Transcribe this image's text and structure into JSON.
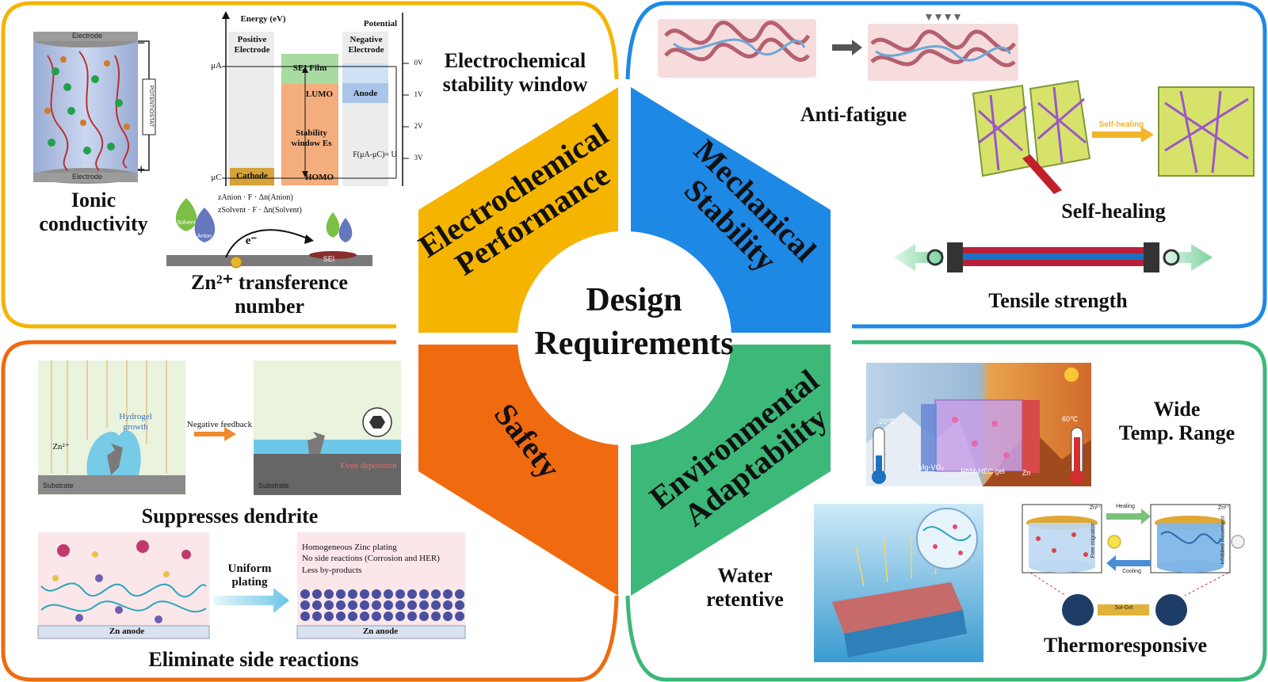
{
  "center": {
    "line1": "Design",
    "line2": "Requirements"
  },
  "sectors": {
    "electrochemical": {
      "line1": "Electrochemical",
      "line2": "Performance",
      "color": "#f5b400"
    },
    "mechanical": {
      "line1": "Mechanical",
      "line2": "Stability",
      "color": "#1e88e5"
    },
    "safety": {
      "line1": "Safety",
      "color": "#f06a0f"
    },
    "environmental": {
      "line1": "Environmental",
      "line2": "Adaptability",
      "color": "#3cb878"
    }
  },
  "panel_colors": {
    "top_left": "#f5b400",
    "top_right": "#1e88e5",
    "bottom_left": "#f06a0f",
    "bottom_right": "#3cb878"
  },
  "top_left": {
    "ionic": {
      "line1": "Ionic",
      "line2": "conductivity"
    },
    "electrode_top": "Electrode",
    "electrode_bottom": "Electrode",
    "potentiostat": "POTENTIOSTAT",
    "minus": "−",
    "plus": "+",
    "esw": {
      "line1": "Electrochemical",
      "line2": "stability window"
    },
    "energy_axis": "Energy (eV)",
    "potential_axis": "Potential",
    "positive_electrode": {
      "line1": "Positive",
      "line2": "Electrode"
    },
    "negative_electrode": {
      "line1": "Negative",
      "line2": "Electrode"
    },
    "mu_a": "μA",
    "mu_c": "μC",
    "sei_film": "SEI Film",
    "lumo": "LUMO",
    "stability_window": {
      "line1": "Stability",
      "line2": "window Es"
    },
    "homo": "HOMO",
    "cathode": "Cathode",
    "anode": "Anode",
    "formula": "F(μA-μC)= U",
    "volts": [
      "0V",
      "1V",
      "2V",
      "3V"
    ],
    "eq1": "zAnion · F · Δn(Anion)",
    "eq2": "zSolvent · F · Δn(Solvent)",
    "solvent": "Solvent",
    "anion": "Anion",
    "electron": "e⁻",
    "sei": "SEI",
    "zn_transference": {
      "line1": "Zn²⁺ transference",
      "line2": "number"
    }
  },
  "top_right": {
    "anti_fatigue": "Anti-fatigue",
    "self_healing": "Self-healing",
    "self_healing_arrow": "Self-healing",
    "tensile_strength": "Tensile strength"
  },
  "bottom_left": {
    "hydrogel_growth": {
      "line1": "Hydrogel",
      "line2": "growth"
    },
    "zn2": "Zn²⁺",
    "substrate1": "Substrate",
    "substrate2": "Substrate",
    "negative_feedback": "Negative  feedback",
    "even_deposition": "Even deposition",
    "suppresses_dendrite": "Suppresses dendrite",
    "uniform_plating": {
      "line1": "Uniform",
      "line2": "plating"
    },
    "plating_notes": [
      "Homogeneous Zinc plating",
      "No side reactions (Corrosion and HER)",
      "Less by-products"
    ],
    "zn_anode1": "Zn anode",
    "zn_anode2": "Zn anode",
    "eliminate_side_reactions": "Eliminate side reactions"
  },
  "bottom_right": {
    "wide_temp": {
      "line1": "Wide",
      "line2": "Temp. Range"
    },
    "minus20": "-20℃",
    "plus60": "60℃",
    "mg_vo2": "Mg-VO₂",
    "pam_hec": "PAM-HEC gel",
    "zn": "Zn",
    "water_retentive": {
      "line1": "Water",
      "line2": "retentive"
    },
    "healing": "Healing",
    "cooling": "Cooling",
    "sol_gel": "Sol-Gel",
    "free_migration": "Free migration",
    "inhibited_movement": "Inhibited movement",
    "zn2_a": "Zn²⁺",
    "zn2_b": "Zn²⁺",
    "thermoresponsive": "Thermoresponsive"
  }
}
